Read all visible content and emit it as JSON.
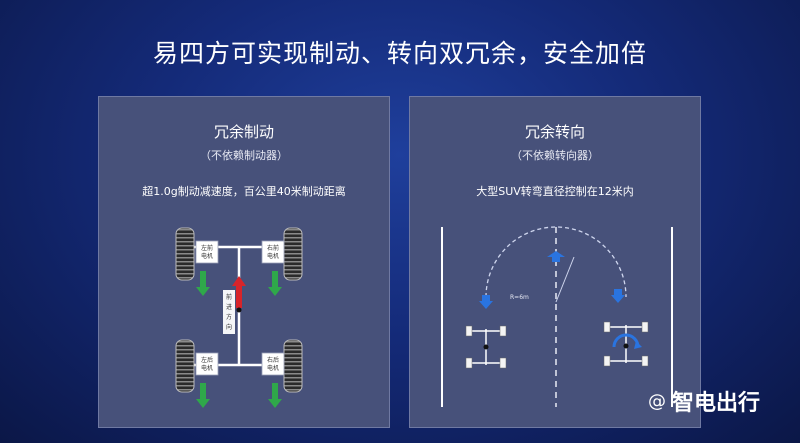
{
  "title": "易四方可实现制动、转向双冗余，安全加倍",
  "left_panel": {
    "title": "冗余制动",
    "subtitle": "（不依赖制动器）",
    "description": "超1.0g制动减速度，百公里40米制动距离",
    "front_left_motor": [
      "左前",
      "电机"
    ],
    "front_right_motor": [
      "右前",
      "电机"
    ],
    "rear_left_motor": [
      "左后",
      "电机"
    ],
    "rear_right_motor": [
      "右后",
      "电机"
    ],
    "direction_label": [
      "前",
      "进",
      "方",
      "向"
    ]
  },
  "right_panel": {
    "title": "冗余转向",
    "subtitle": "（不依赖转向器）",
    "description": "大型SUV转弯直径控制在12米内",
    "radius_label": "R=6m"
  },
  "watermark": {
    "at_symbol": "@",
    "text": "智电出行"
  },
  "colors": {
    "background": "#142a78",
    "panel": "#47517a",
    "green_arrow": "#2fa84a",
    "red_arrow": "#d8242a",
    "blue_arrow": "#2a74e0"
  }
}
